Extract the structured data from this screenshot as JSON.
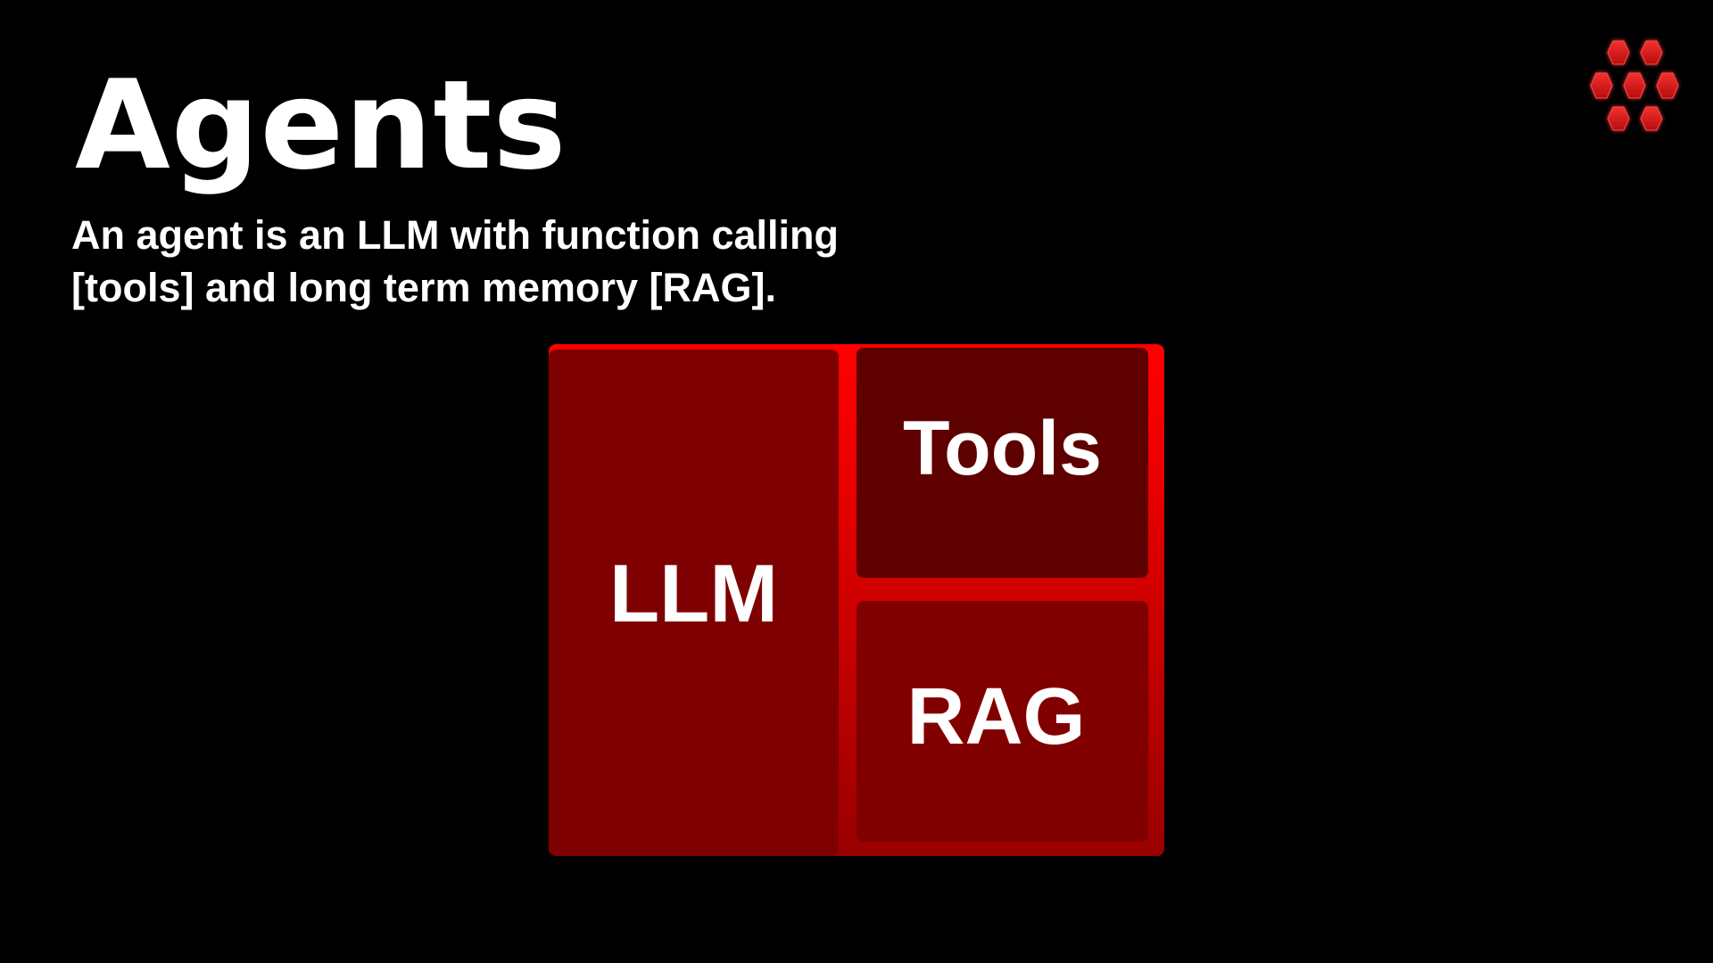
{
  "slide": {
    "title": "Agents",
    "subtitle_line1": "An agent is an LLM with function calling",
    "subtitle_line2": "[tools] and long term memory [RAG]."
  },
  "diagram": {
    "blocks": {
      "llm": "LLM",
      "tools": "Tools",
      "rag": "RAG"
    }
  },
  "colors": {
    "background": "#000000",
    "frame_accent": "#ff0000",
    "llm_block": "#7f0000",
    "tools_block": "#5e0000",
    "rag_block": "#800000",
    "logo": "#e01818"
  },
  "icons": {
    "logo": "hexagon-cluster-logo-icon"
  }
}
